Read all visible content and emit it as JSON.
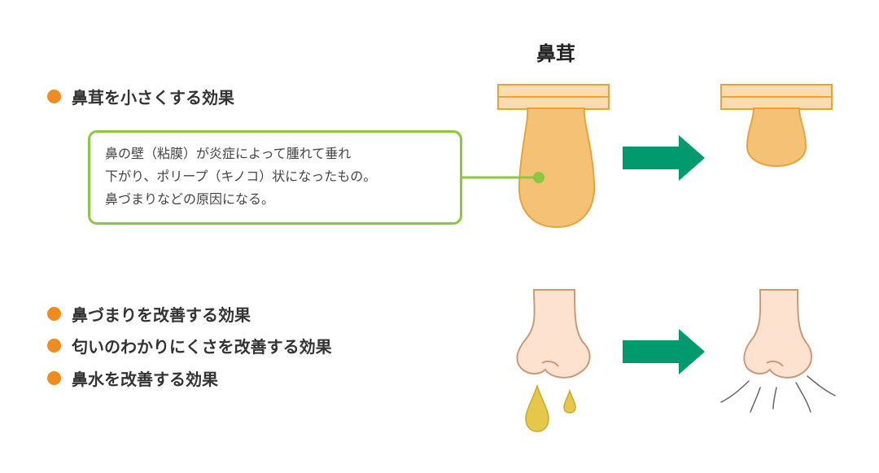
{
  "polyp_title": "鼻茸",
  "bullets_top": [
    {
      "text": "鼻茸を小さくする効果"
    }
  ],
  "callout": {
    "lines": [
      "鼻の壁（粘膜）が炎症によって腫れて垂れ",
      "下がり、ポリープ（キノコ）状になったもの。",
      "鼻づまりなどの原因になる。"
    ]
  },
  "bullets_bottom": [
    {
      "text": "鼻づまりを改善する効果"
    },
    {
      "text": "匂いのわかりにくさを改善する効果"
    },
    {
      "text": "鼻水を改善する効果"
    }
  ],
  "colors": {
    "bullet": "#f08c1e",
    "callout_border": "#8dc63f",
    "arrow": "#009a6e",
    "polyp_fill": "#f5c275",
    "polyp_stroke": "#e8a23a",
    "nose_fill": "#fde3cf",
    "drip_fill": "#e5c84a"
  }
}
